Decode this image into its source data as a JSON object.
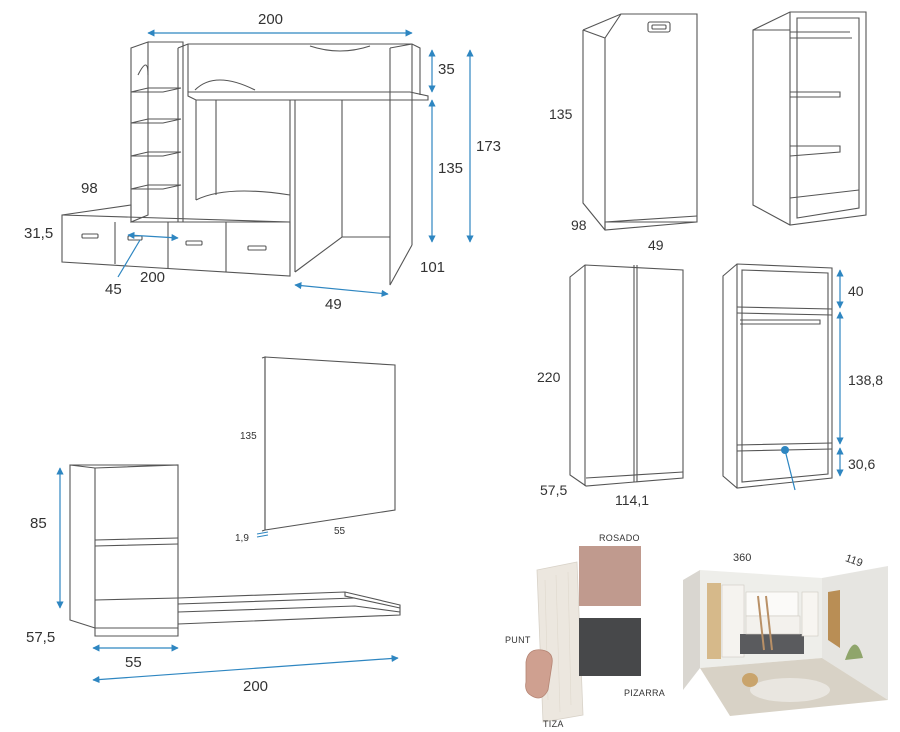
{
  "colors": {
    "outline": "#555555",
    "dimension_line": "#2e86c1",
    "swatch_rosado": "#c09a8e",
    "swatch_pizarra": "#47484a",
    "swatch_tiza": "#ece7df",
    "swatch_punt": "#cfa090"
  },
  "bunk_bed": {
    "width_top": "200",
    "top_rail": "35",
    "bed_height": "135",
    "total_height": "173",
    "depth_left": "98",
    "drawer_height": "31,5",
    "drawer_depth": "45",
    "drawer_width": "200",
    "right_depth": "101",
    "desk_width": "49"
  },
  "narrow_wardrobe": {
    "height": "135",
    "depth": "98",
    "width": "49"
  },
  "tall_wardrobe": {
    "height": "220",
    "depth": "57,5",
    "width": "114,1",
    "top_section": "40",
    "middle_section": "138,8",
    "bottom_section": "30,6"
  },
  "panel": {
    "height": "135",
    "thickness": "1,9",
    "width": "55"
  },
  "shelf_unit": {
    "height": "85",
    "depth": "57,5",
    "width": "55",
    "total_width": "200"
  },
  "finishes": {
    "rosado": "ROSADO",
    "punt": "PUNT",
    "pizarra": "PIZARRA",
    "tiza": "TIZA"
  },
  "room": {
    "width": "360",
    "depth": "119"
  }
}
